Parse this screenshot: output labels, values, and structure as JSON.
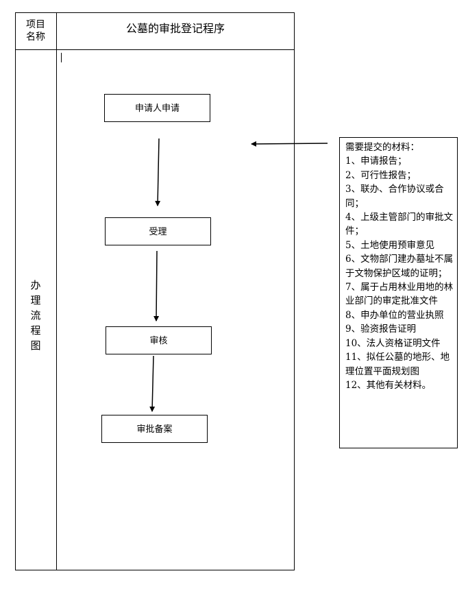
{
  "header": {
    "item_name_label": "项目名称",
    "item_name_line1": "项目",
    "item_name_line2": "名称",
    "title": "公墓的审批登记程序"
  },
  "side_label": {
    "text": "办理流程图",
    "chars": [
      "办",
      "理",
      "流",
      "程",
      "图"
    ]
  },
  "flow": {
    "steps": [
      "申请人申请",
      "受理",
      "审核",
      "审批备案"
    ]
  },
  "materials": {
    "heading": "需要提交的材料：",
    "items": [
      "1、申请报告；",
      "2、可行性报告；",
      "3、联办、合作协议或合同；",
      "4、上级主管部门的审批文件；",
      "5、土地使用预审意见",
      "6、文物部门建办墓址不属于文物保护区域的证明；",
      "7、属于占用林业用地的林业部门的审定批准文件",
      "8、申办单位的营业执照",
      "9、验资报告证明",
      "10、法人资格证明文件",
      "11、拟任公墓的地形、地理位置平面规划图",
      "12、其他有关材料。"
    ]
  }
}
